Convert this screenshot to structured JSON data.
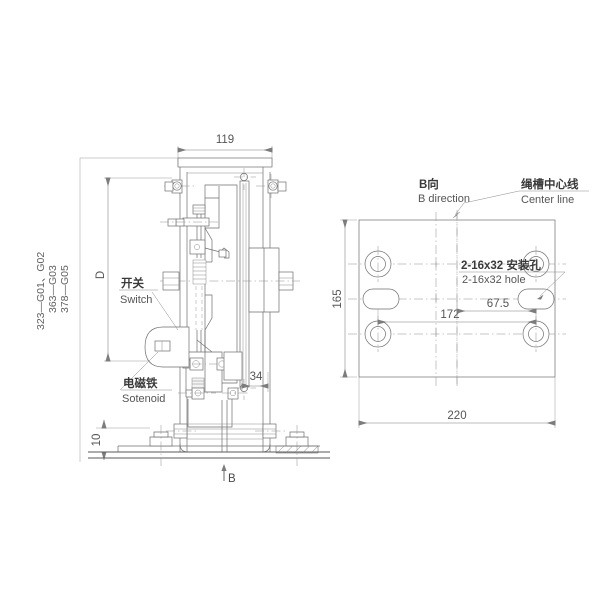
{
  "drawing": {
    "background_color": "#ffffff",
    "line_color": "#6f6f6f",
    "text_color": "#555555",
    "type": "mechanical-assembly-drawing"
  },
  "left_view": {
    "name": "front-elevation",
    "model_codes": [
      "323—G01、G02",
      "363—G03",
      "378—G05"
    ],
    "dimensions": {
      "top_width": "119",
      "height_symbol": "D",
      "base_height": "10",
      "inner_offset": "34"
    },
    "labels": {
      "switch_cn": "开关",
      "switch_en": "Switch",
      "solenoid_cn": "电磁铁",
      "solenoid_en": "Sotenoid"
    },
    "section_mark": "B"
  },
  "right_view": {
    "name": "b-direction-view",
    "title_cn": "B向",
    "title_en": "B direction",
    "center_line_cn": "绳槽中心线",
    "center_line_en": "Center line",
    "hole_note_cn": "2-16x32 安装孔",
    "hole_note_en": "2-16x32 hole",
    "dimensions": {
      "plate_height": "165",
      "plate_width": "220",
      "hole_span": "172",
      "center_offset": "67.5"
    }
  }
}
